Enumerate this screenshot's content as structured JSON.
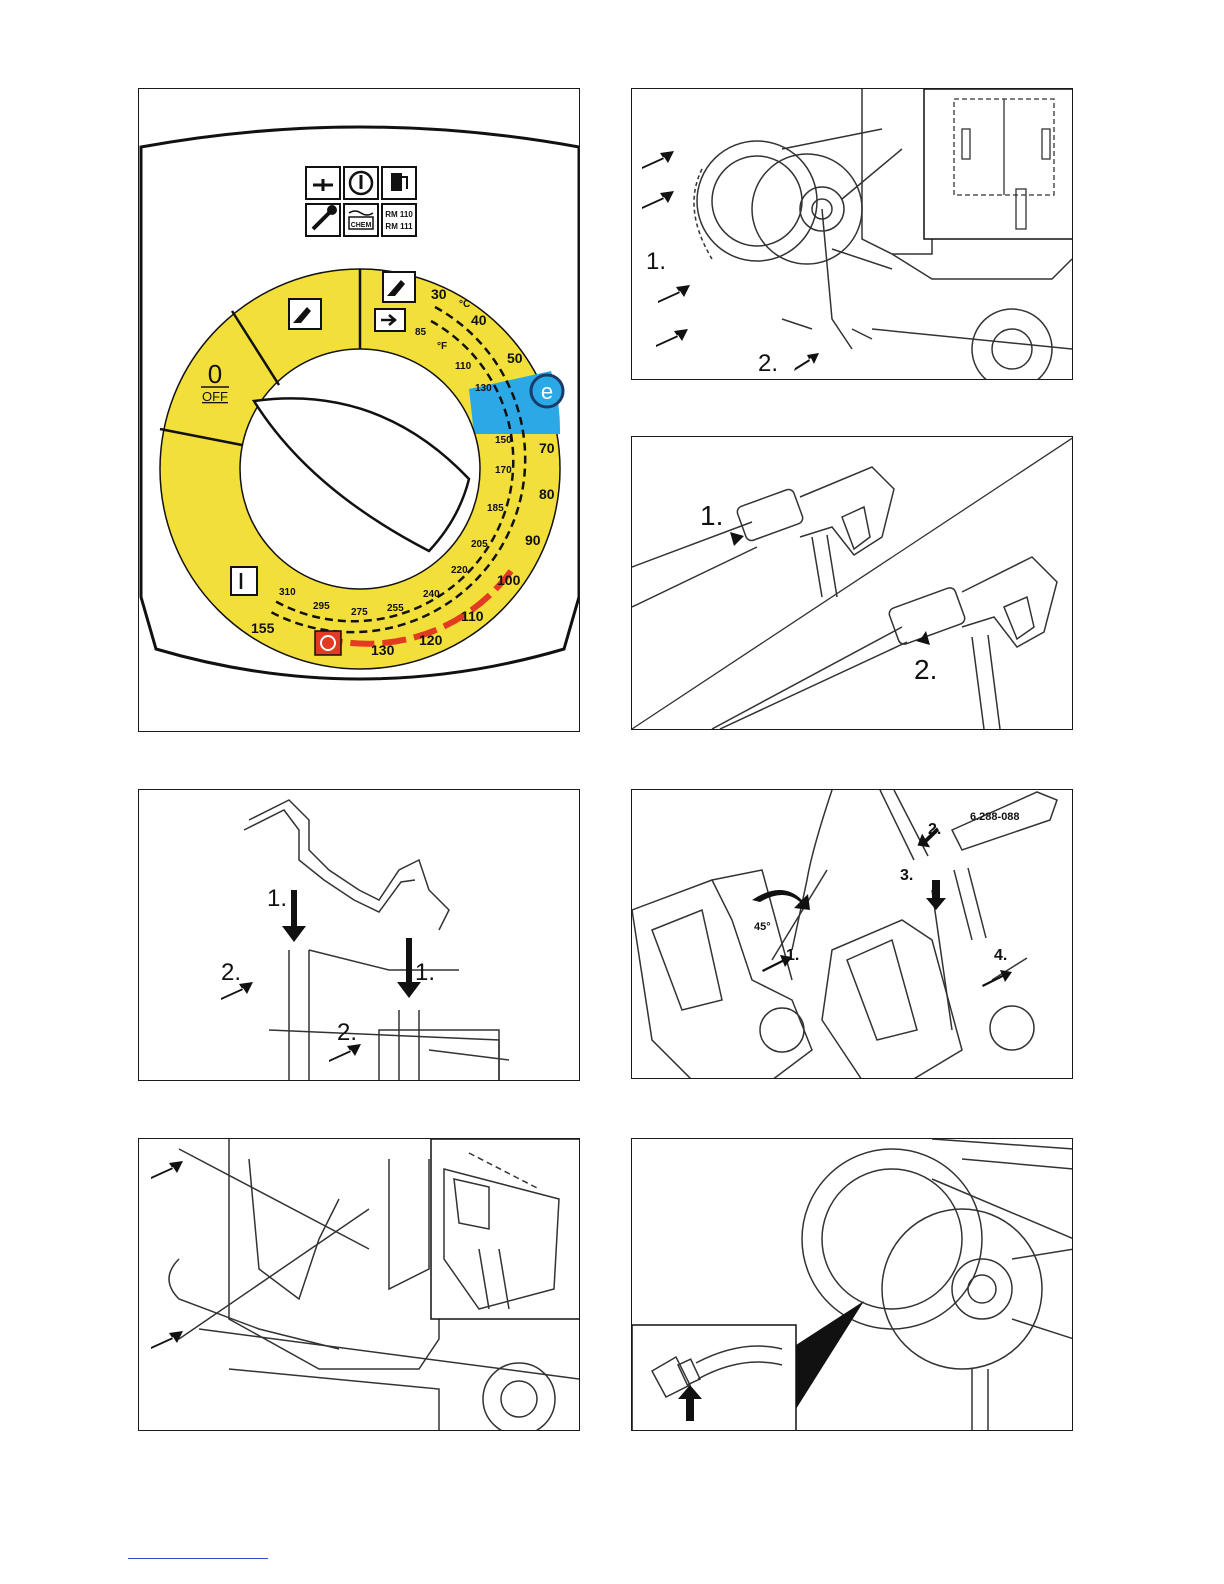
{
  "dial": {
    "icon_labels": {
      "rm": [
        "RM 110",
        "RM 111"
      ],
      "chem": "CHEM"
    },
    "off_value": "0",
    "off_label": "OFF",
    "eco_badge": "e",
    "unit_c": "°C",
    "unit_f": "°F",
    "celsius_ticks": [
      "30",
      "40",
      "50",
      "70",
      "80",
      "90",
      "100",
      "110",
      "120",
      "130",
      "155"
    ],
    "fahrenheit_ticks": [
      "85",
      "110",
      "130",
      "150",
      "170",
      "185",
      "205",
      "220",
      "240",
      "255",
      "275",
      "295",
      "310"
    ],
    "colors": {
      "yellow": "#f2df3a",
      "blue": "#2aa9e6",
      "red": "#e33a24"
    }
  },
  "hose_reel_mount": {
    "steps": [
      "1.",
      "2."
    ]
  },
  "lance_assembly": {
    "steps": [
      "1.",
      "2."
    ]
  },
  "handle_mount": {
    "steps": [
      "1.",
      "1.",
      "2.",
      "2."
    ]
  },
  "gun_hose_connect": {
    "steps": [
      "1.",
      "2.",
      "3.",
      "4."
    ],
    "angle": "45°",
    "part_number": "6.288-088"
  },
  "holder_mount": {
    "steps": []
  },
  "reel_hose": {
    "steps": []
  }
}
